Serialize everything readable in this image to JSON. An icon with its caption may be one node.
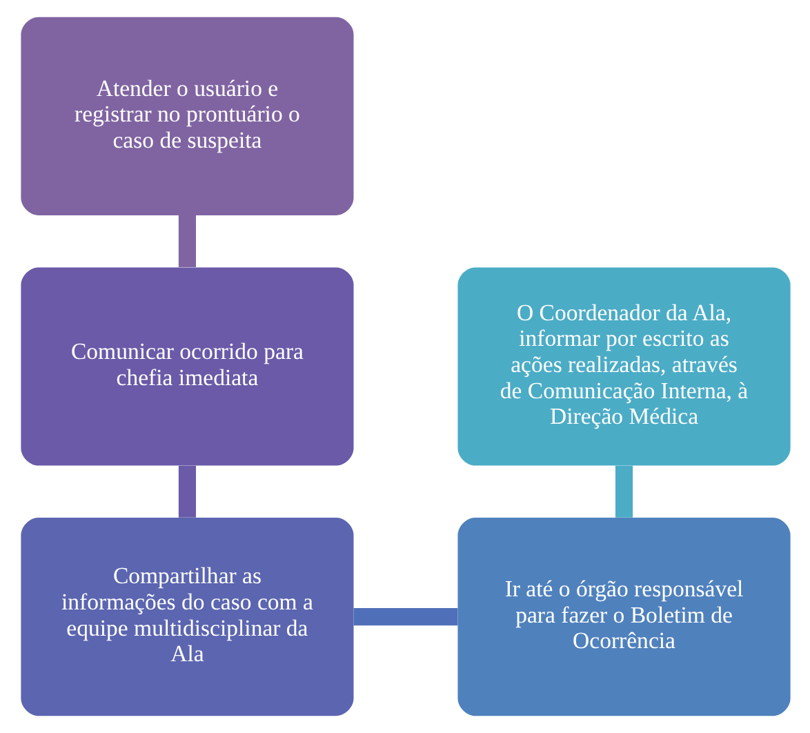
{
  "diagram": {
    "nodes": [
      {
        "text": [
          "Atender o usuário e registrar no prontuário o caso de suspeita"
        ]
      },
      {
        "text": [
          "Comunicar ocorrido para chefia imediata"
        ]
      },
      {
        "text": [
          "Compartilhar as informações do caso com a equipe multidisciplinar da Ala"
        ]
      },
      {
        "text": [
          "Ir até o órgão responsável para fazer o Boletim de Ocorrência"
        ]
      },
      {
        "text": [
          "O Coordenador da Ala, informar por escrito as ações realizadas, através de Comunicação Interna, à Direção Médica"
        ]
      }
    ],
    "edges": [
      {
        "from": 0,
        "to": 1,
        "arrow": "none"
      },
      {
        "from": 1,
        "to": 2,
        "arrow": "none"
      },
      {
        "from": 2,
        "to": 3,
        "arrow": "none"
      },
      {
        "from": 3,
        "to": 4,
        "arrow": "none"
      }
    ]
  }
}
